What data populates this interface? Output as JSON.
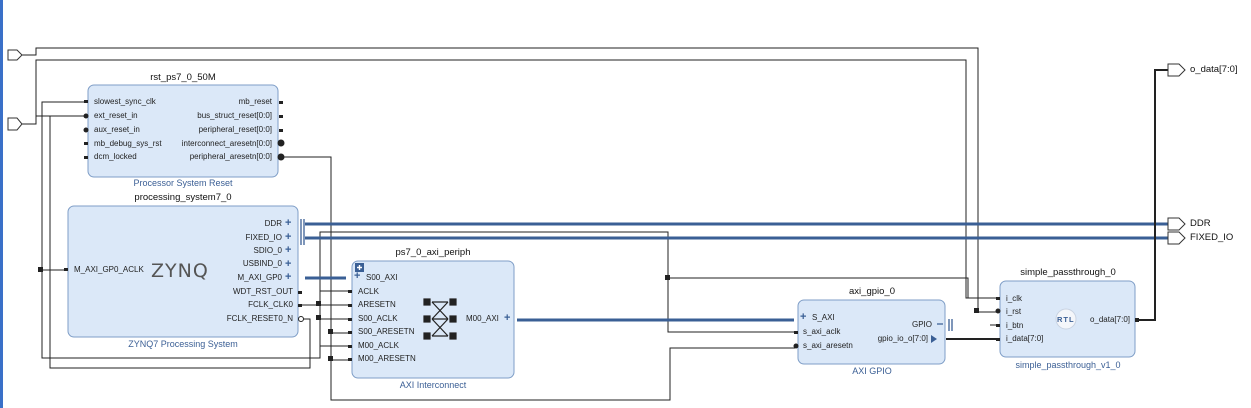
{
  "blocks": {
    "rst": {
      "name": "rst_ps7_0_50M",
      "type_label": "Processor System Reset",
      "left_pins": [
        "slowest_sync_clk",
        "ext_reset_in",
        "aux_reset_in",
        "mb_debug_sys_rst",
        "dcm_locked"
      ],
      "right_pins": [
        "mb_reset",
        "bus_struct_reset[0:0]",
        "peripheral_reset[0:0]",
        "interconnect_aresetn[0:0]",
        "peripheral_aresetn[0:0]"
      ]
    },
    "ps7": {
      "name": "processing_system7_0",
      "type_label": "ZYNQ7 Processing System",
      "logo": "ZYNQ",
      "left_pins": [
        "M_AXI_GP0_ACLK"
      ],
      "right_pins": [
        "DDR",
        "FIXED_IO",
        "SDIO_0",
        "USBIND_0",
        "M_AXI_GP0",
        "WDT_RST_OUT",
        "FCLK_CLK0",
        "FCLK_RESET0_N"
      ]
    },
    "periph": {
      "name": "ps7_0_axi_periph",
      "type_label": "AXI Interconnect",
      "left_pins": [
        "S00_AXI",
        "ACLK",
        "ARESETN",
        "S00_ACLK",
        "S00_ARESETN",
        "M00_ACLK",
        "M00_ARESETN"
      ],
      "right_pins": [
        "M00_AXI"
      ]
    },
    "gpio": {
      "name": "axi_gpio_0",
      "type_label": "AXI GPIO",
      "left_pins": [
        "S_AXI",
        "s_axi_aclk",
        "s_axi_aresetn"
      ],
      "right_pins": [
        "GPIO",
        "gpio_io_o[7:0]"
      ]
    },
    "sp": {
      "name": "simple_passthrough_0",
      "type_label": "simple_passthrough_v1_0",
      "logo": "RTL",
      "left_pins": [
        "i_clk",
        "i_rst",
        "i_btn",
        "i_data[7:0]"
      ],
      "right_pins": [
        "o_data[7:0]"
      ]
    }
  },
  "external_ports": {
    "o_data": "o_data[7:0]",
    "ddr": "DDR",
    "fixed_io": "FIXED_IO"
  },
  "colors": {
    "block_fill": "#dbe8f8",
    "block_border": "#7f9ec7",
    "wire": "#222222",
    "bus": "#3a5f95",
    "accent": "#3a70c8"
  },
  "icons": {
    "interconnect": "crossbar-icon",
    "expand": "plus-icon"
  }
}
